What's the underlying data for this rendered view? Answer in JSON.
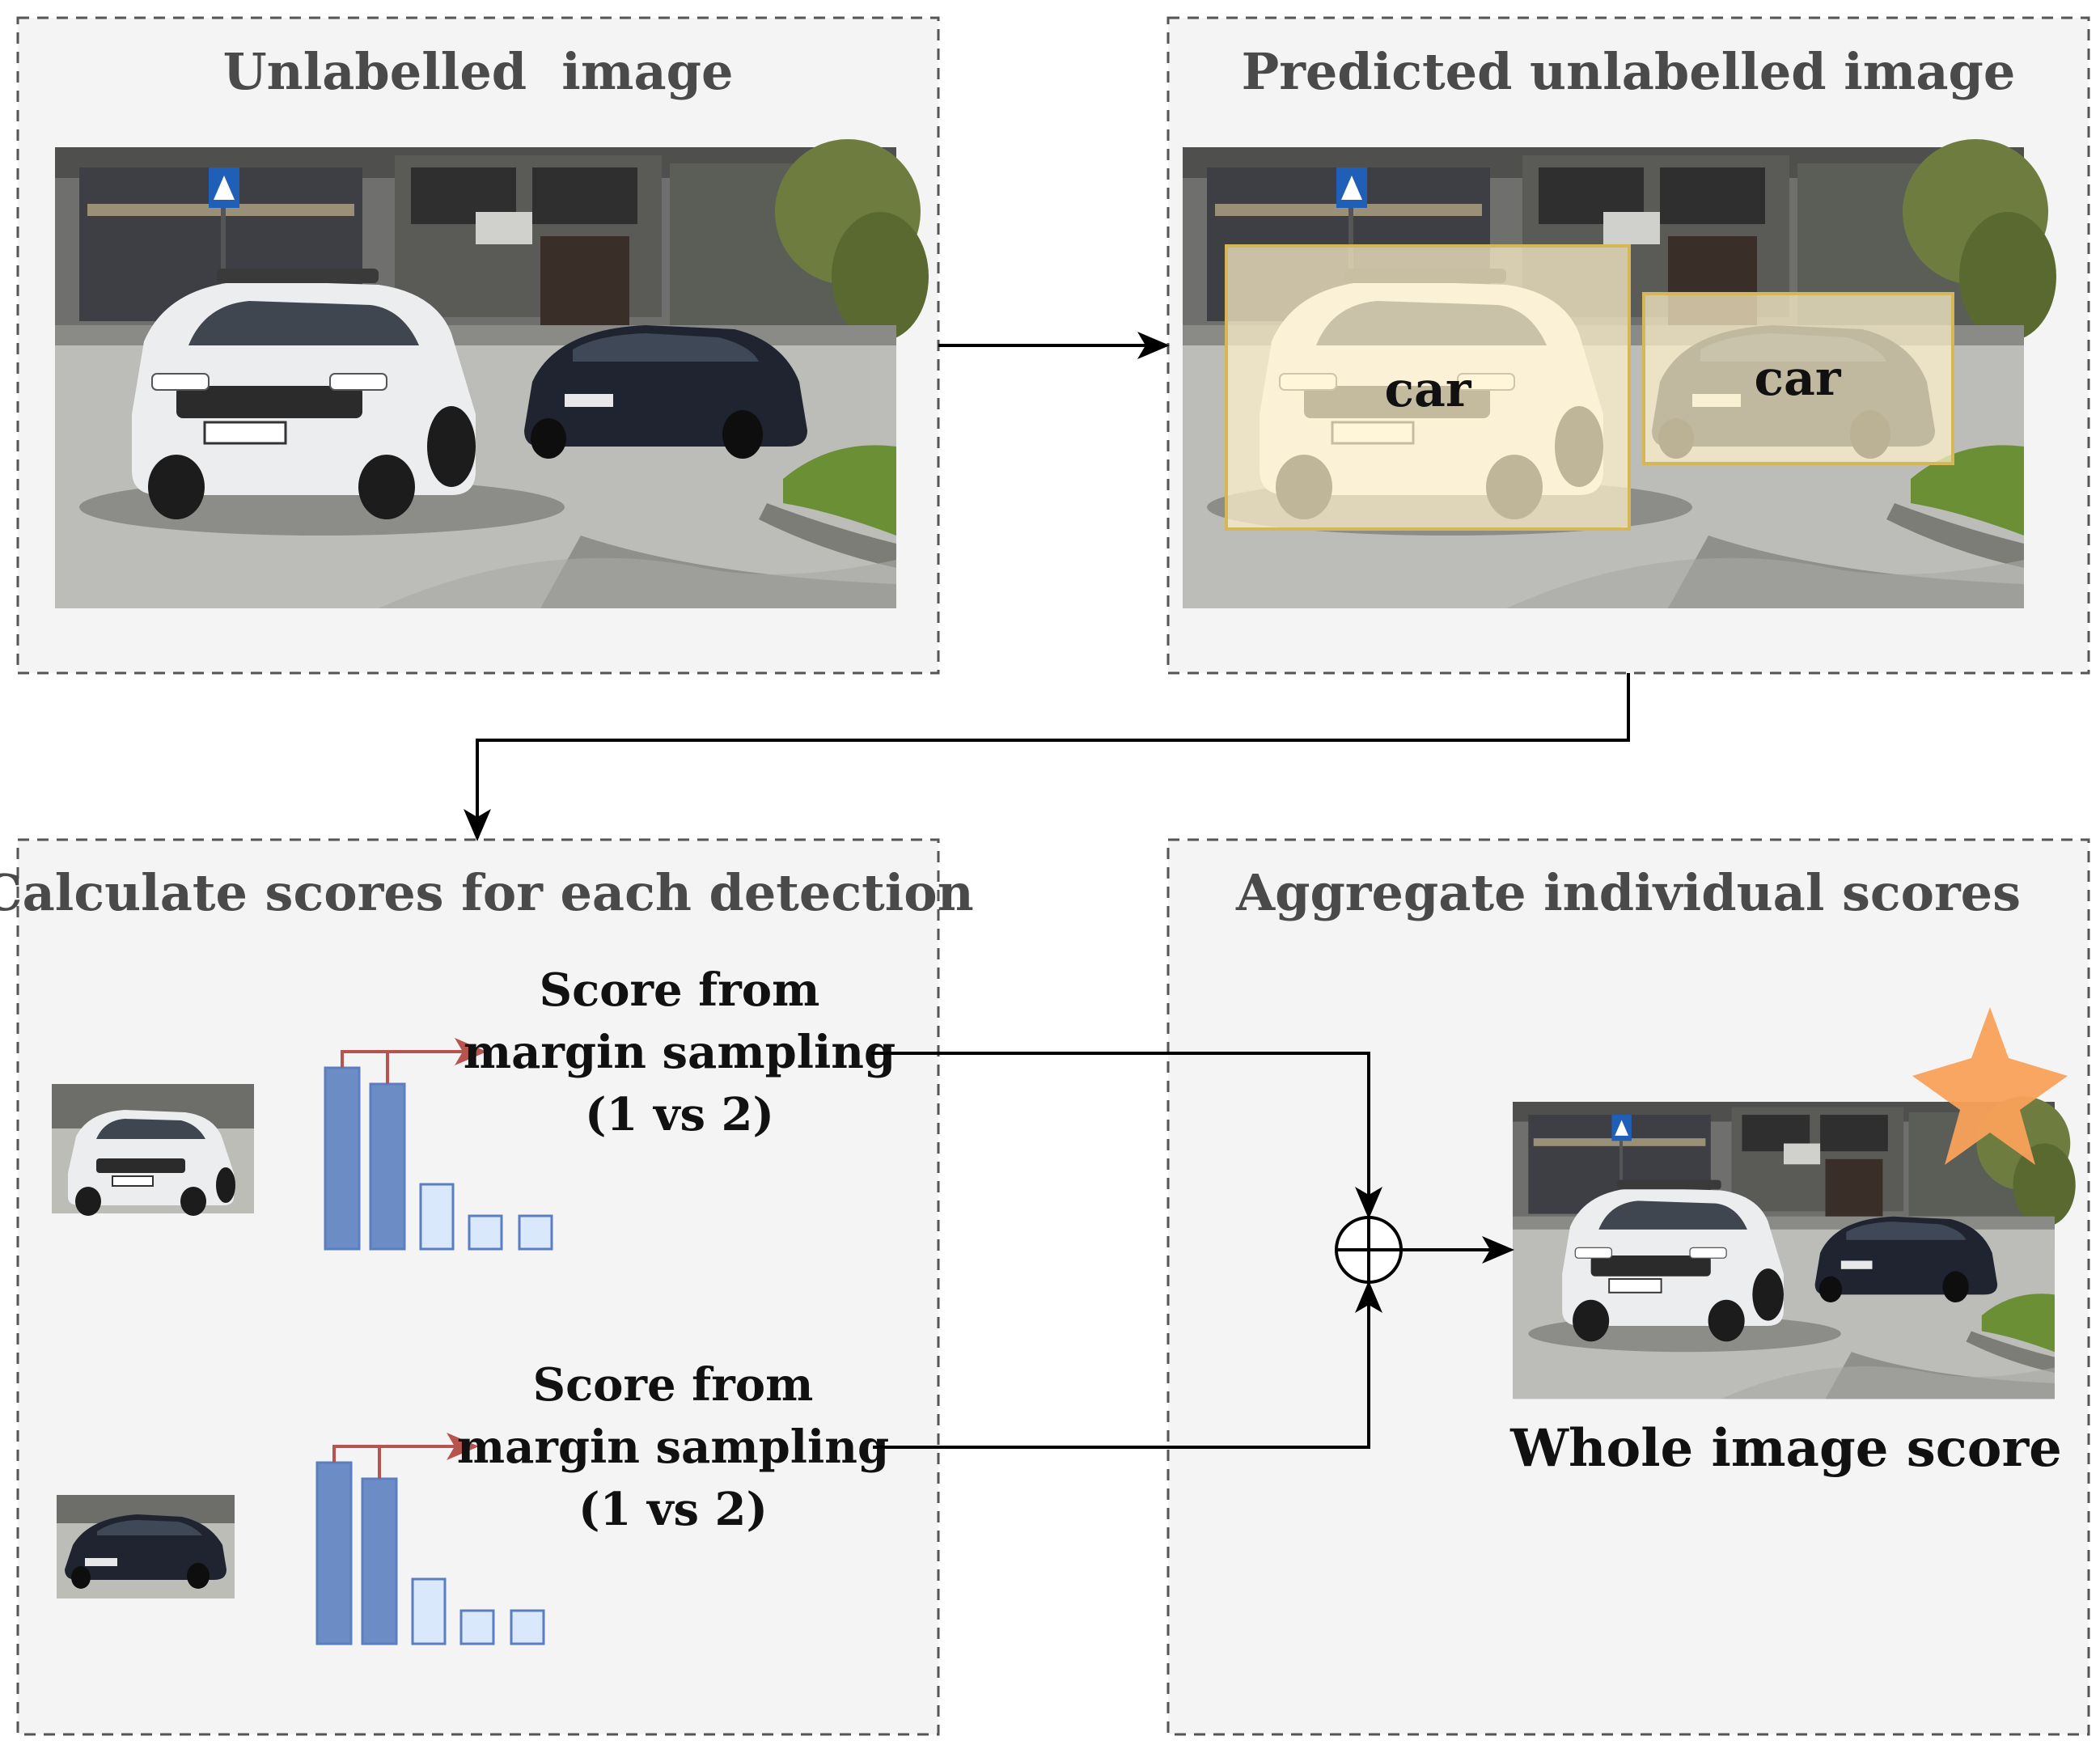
{
  "panels": {
    "unlabelled": {
      "title": "Unlabelled  image"
    },
    "predicted": {
      "title": "Predicted unlabelled image",
      "detections": [
        "car",
        "car"
      ]
    },
    "calculate": {
      "title": "Calculate scores for each detection",
      "score_text_1": [
        "Score from",
        "margin sampling",
        "(1 vs 2)"
      ],
      "score_text_2": [
        "Score from",
        "margin sampling",
        "(1 vs 2)"
      ]
    },
    "aggregate": {
      "title": "Aggregate individual scores",
      "result_label": "Whole image score"
    }
  },
  "colors": {
    "panel_bg": "#f4f4f4",
    "panel_border": "#555555",
    "bar_dark": "#6b8cc5",
    "bar_light": "#dae8fc",
    "bar_stroke": "#5b7ec0",
    "margin_arrow": "#b85450",
    "detection_fill": "#fff2cc",
    "detection_stroke": "#d6b656",
    "star": "#f9a15a"
  },
  "icons": [
    "star-icon",
    "sum-operator-icon",
    "car-icon"
  ]
}
